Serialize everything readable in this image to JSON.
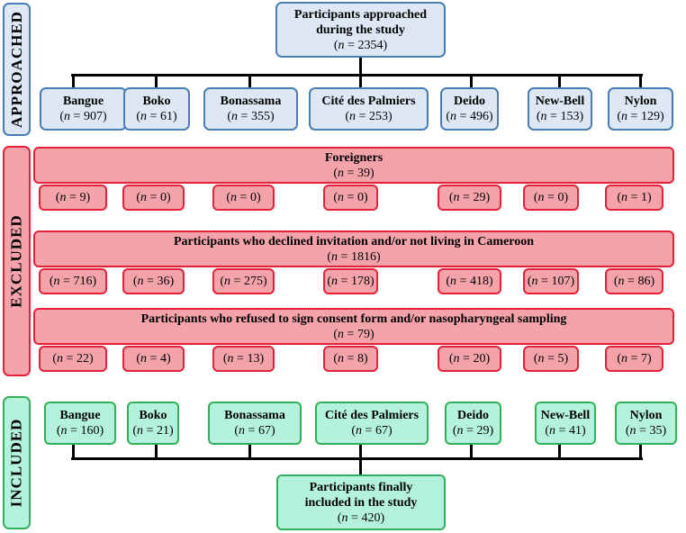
{
  "sections": {
    "approached": "APPROACHED",
    "excluded": "EXCLUDED",
    "included": "INCLUDED"
  },
  "top": {
    "line1": "Participants approached",
    "line2": "during the study",
    "n": "2354"
  },
  "sites": [
    {
      "name": "Bangue",
      "n": "907"
    },
    {
      "name": "Boko",
      "n": "61"
    },
    {
      "name": "Bonassama",
      "n": "355"
    },
    {
      "name": "Cité des Palmiers",
      "n": "253"
    },
    {
      "name": "Deido",
      "n": "496"
    },
    {
      "name": "New-Bell",
      "n": "153"
    },
    {
      "name": "Nylon",
      "n": "129"
    }
  ],
  "exclusions": [
    {
      "title": "Foreigners",
      "total": "39",
      "values": [
        "9",
        "0",
        "0",
        "0",
        "29",
        "0",
        "1"
      ]
    },
    {
      "title": "Participants who declined invitation and/or not living in Cameroon",
      "total": "1816",
      "values": [
        "716",
        "36",
        "275",
        "178",
        "418",
        "107",
        "86"
      ]
    },
    {
      "title": "Participants who refused to sign consent form and/or nasopharyngeal sampling",
      "total": "79",
      "values": [
        "22",
        "4",
        "13",
        "8",
        "20",
        "5",
        "7"
      ]
    }
  ],
  "included_sites": [
    {
      "name": "Bangue",
      "n": "160"
    },
    {
      "name": "Boko",
      "n": "21"
    },
    {
      "name": "Bonassama",
      "n": "67"
    },
    {
      "name": "Cité des Palmiers",
      "n": "67"
    },
    {
      "name": "Deido",
      "n": "29"
    },
    {
      "name": "New-Bell",
      "n": "41"
    },
    {
      "name": "Nylon",
      "n": "35"
    }
  ],
  "final": {
    "line1": "Participants finally",
    "line2": "included in the study",
    "n": "420"
  },
  "n_prefix": "n",
  "n_sep": " = ",
  "colors": {
    "approached_fill": "#dde8f4",
    "approached_border": "#4a7db3",
    "excluded_fill": "#f4a3ab",
    "excluded_border": "#e3223a",
    "included_fill": "#b5f2dc",
    "included_border": "#33b15a"
  }
}
